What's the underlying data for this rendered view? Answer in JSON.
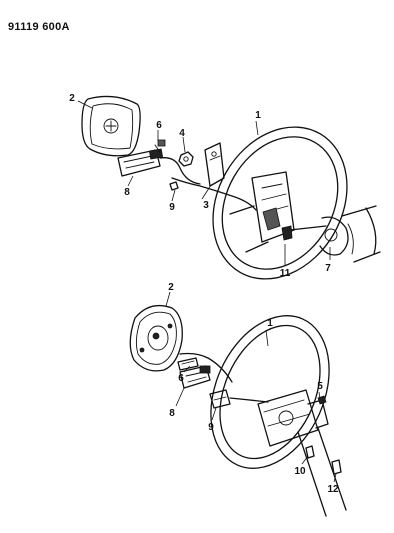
{
  "document_number": "91119 600A",
  "upper_view": {
    "callouts": [
      "1",
      "2",
      "3",
      "4",
      "6",
      "7",
      "8",
      "9",
      "11"
    ]
  },
  "lower_view": {
    "callouts": [
      "1",
      "2",
      "5",
      "6",
      "8",
      "9",
      "10",
      "12"
    ]
  }
}
